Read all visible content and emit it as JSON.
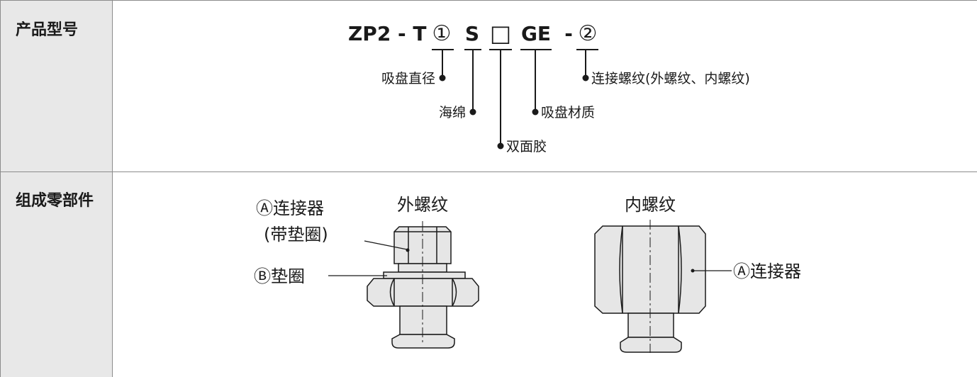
{
  "rows": [
    {
      "label": "产品型号"
    },
    {
      "label": "组成零部件"
    }
  ],
  "model_code": {
    "prefix": "ZP2 - T",
    "circle1": "①",
    "s": "S",
    "box": "□",
    "ge": "GE",
    "dash": "-",
    "circle2": "②"
  },
  "model_callouts": {
    "pad_diameter": "吸盘直径",
    "sponge": "海绵",
    "double_sided_tape": "双面胶",
    "pad_material": "吸盘材质",
    "thread": "连接螺纹(外螺纹、内螺纹)"
  },
  "components": {
    "male_title": "外螺纹",
    "female_title": "内螺纹",
    "connector_male": "Ⓐ连接器",
    "with_gasket": "(带垫圈)",
    "gasket": "Ⓑ垫圈",
    "connector_female": "Ⓐ连接器"
  },
  "colors": {
    "label_bg": "#e8e8e8",
    "part_fill": "#e6e6e6",
    "line": "#1a1a1a",
    "border": "#8c8c8c"
  }
}
